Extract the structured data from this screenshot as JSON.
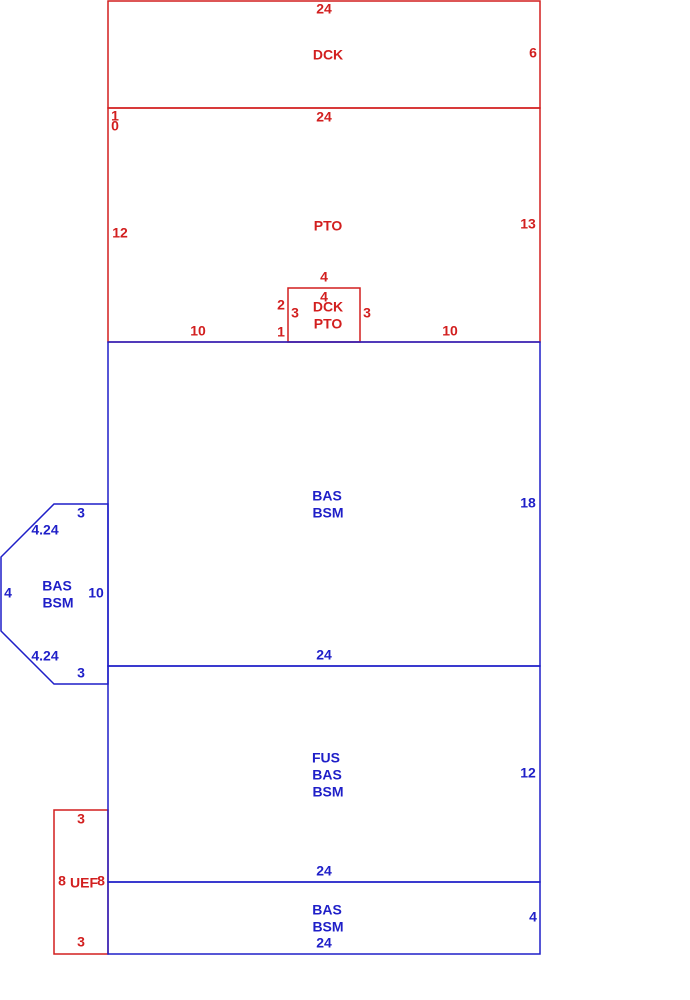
{
  "colors": {
    "red": "#d21f1f",
    "blue": "#1f1fc8"
  },
  "areas": {
    "dck_top": {
      "label": "DCK",
      "dims": {
        "top": "24",
        "right": "6"
      }
    },
    "pto": {
      "label": "PTO",
      "dims": {
        "top": "24",
        "left": "12",
        "right": "13",
        "bottom_left": "10",
        "bottom_right": "10",
        "left_corner_a": "1",
        "left_corner_b": "0"
      }
    },
    "dck_pto": {
      "label_line1": "DCK",
      "label_line2": "PTO",
      "dims": {
        "top_outer": "4",
        "top_inner": "4",
        "left_outer": "2",
        "left_inner": "3",
        "left_bottom": "1",
        "right": "3"
      }
    },
    "bas_main": {
      "label_line1": "BAS",
      "label_line2": "BSM",
      "dims": {
        "right": "18",
        "bottom": "24"
      }
    },
    "bas_side": {
      "label_line1": "BAS",
      "label_line2": "BSM",
      "dims": {
        "top": "3",
        "diag_top": "4.24",
        "left": "4",
        "right": "10",
        "diag_bottom": "4.24",
        "bottom": "3"
      }
    },
    "fus": {
      "label_line1": "FUS",
      "label_line2": "BAS",
      "label_line3": "BSM",
      "dims": {
        "right": "12",
        "bottom": "24"
      }
    },
    "bas_bottom": {
      "label_line1": "BAS",
      "label_line2": "BSM",
      "dims": {
        "right": "4",
        "bottom": "24"
      }
    },
    "uef": {
      "label": "UEF",
      "dims": {
        "top": "3",
        "left": "8",
        "right": "8",
        "bottom": "3"
      }
    }
  }
}
